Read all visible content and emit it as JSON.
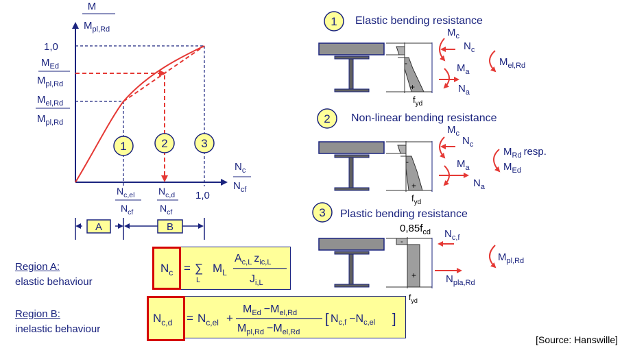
{
  "graph": {
    "y_top": "M",
    "y_top_den": "M",
    "y_top_den_sub": "pl,Rd",
    "tick_one_y": "1,0",
    "med_num": "M",
    "med_num_sub": "Ed",
    "med_den": "M",
    "med_den_sub": "pl,Rd",
    "mel_num": "M",
    "mel_num_sub": "el,Rd",
    "mel_den": "M",
    "mel_den_sub": "pl,Rd",
    "x_axis_num": "N",
    "x_axis_num_sub": "c",
    "x_axis_den": "N",
    "x_axis_den_sub": "cf",
    "tick_one_x": "1,0",
    "ncel_num": "N",
    "ncel_num_sub": "c,el",
    "ncel_den": "N",
    "ncel_den_sub": "cf",
    "ncd_num": "N",
    "ncd_num_sub": "c,d",
    "ncd_den": "N",
    "ncd_den_sub": "cf",
    "marker_1": "1",
    "marker_2": "2",
    "marker_3": "3",
    "region_a": "A",
    "region_b": "B"
  },
  "cases": [
    {
      "num": "1",
      "title": "Elastic bending resistance"
    },
    {
      "num": "2",
      "title": "Non-linear bending resistance"
    },
    {
      "num": "3",
      "title": "Plastic bending resistance"
    }
  ],
  "case1": {
    "mc": "M",
    "mc_sub": "c",
    "nc": "N",
    "nc_sub": "c",
    "ma": "M",
    "ma_sub": "a",
    "na": "N",
    "na_sub": "a",
    "mel": "M",
    "mel_sub": "el,Rd",
    "fyd": "f",
    "fyd_sub": "yd",
    "minus": "-",
    "plus": "+"
  },
  "case2": {
    "mc": "M",
    "mc_sub": "c",
    "nc": "N",
    "nc_sub": "c",
    "ma": "M",
    "ma_sub": "a",
    "na": "N",
    "na_sub": "a",
    "mrd": "M",
    "mrd_sub": "Rd",
    "resp": "resp.",
    "med": "M",
    "med_sub": "Ed",
    "fyd": "f",
    "fyd_sub": "yd",
    "minus": "-",
    "plus": "+"
  },
  "case3": {
    "fcd": "0,85f",
    "fcd_sub": "cd",
    "ncf": "N",
    "ncf_sub": "c,f",
    "mpl": "M",
    "mpl_sub": "pl,Rd",
    "npla": "N",
    "npla_sub": "pla,Rd",
    "fyd": "f",
    "fyd_sub": "yd",
    "minus": "-",
    "plus": "+"
  },
  "regions": {
    "a_heading": "Region A:",
    "a_text": "elastic behaviour",
    "b_heading": "Region B:",
    "b_text": "inelastic behaviour"
  },
  "formula_a": {
    "lhs": "N",
    "lhs_sub": "c",
    "eq": "=",
    "sum": "∑",
    "sum_sub": "L",
    "ml": "M",
    "ml_sub": "L",
    "num_a": "A",
    "num_a_sub": "c,L",
    "num_z": "z",
    "num_z_sub": "ic,L",
    "den_j": "J",
    "den_j_sub": "i,L"
  },
  "formula_b": {
    "lhs": "N",
    "lhs_sub": "c,d",
    "eq": "=",
    "t1": "N",
    "t1_sub": "c,el",
    "plus": "+",
    "num1": "M",
    "num1_sub": "Ed",
    "num_minus": "−",
    "num2": "M",
    "num2_sub": "el,Rd",
    "den1": "M",
    "den1_sub": "pl,Rd",
    "den_minus": "−",
    "den2": "M",
    "den2_sub": "el,Rd",
    "br_open": "[",
    "b1": "N",
    "b1_sub": "c,f",
    "b_minus": "−",
    "b2": "N",
    "b2_sub": "c,el",
    "br_close": "]"
  },
  "source": "[Source: Hanswille]",
  "colors": {
    "navy": "#1a237e",
    "red": "#e53935",
    "yellow": "#ffff99",
    "gray": "#9e9e9e",
    "steel": "#808080"
  }
}
